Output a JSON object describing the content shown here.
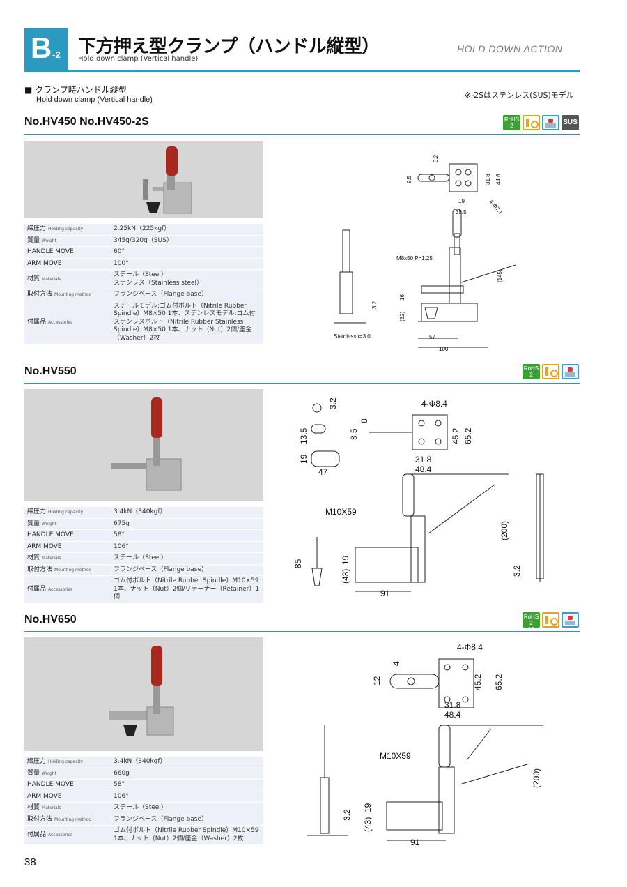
{
  "header": {
    "badge_letter": "B",
    "badge_sub": "-2",
    "title_jp": "下方押え型クランプ（ハンドル縦型）",
    "title_en": "Hold down clamp (Vertical handle)",
    "category": "HOLD DOWN ACTION"
  },
  "section": {
    "title_jp": "■ クランプ時ハンドル縦型",
    "title_en": "Hold down clamp (Vertical handle)",
    "note": "※-2Sはステンレス(SUS)モデル"
  },
  "icons": {
    "rohs_line1": "RoHS 2",
    "rohs_line2": "10",
    "sus": "SUS"
  },
  "products": [
    {
      "model": "No.HV450  No.HV450-2S",
      "specs": [
        {
          "k": "締圧力",
          "ke": "Holding capacity",
          "v": "2.25kN（225kgf）"
        },
        {
          "k": "質量",
          "ke": "Weight",
          "v": "345g/320g（SUS）"
        },
        {
          "k": "HANDLE MOVE",
          "ke": "",
          "v": "60°"
        },
        {
          "k": "ARM MOVE",
          "ke": "",
          "v": "100°"
        },
        {
          "k": "材質",
          "ke": "Materials",
          "v": "スチール（Steel）\nステンレス（Stainless steel）"
        },
        {
          "k": "取付方法",
          "ke": "Mounting method",
          "v": "フランジベース（Flange base）"
        },
        {
          "k": "付属品",
          "ke": "Accessories",
          "v": "スチールモデル:ゴム付ボルト（Nitrile Rubber Spindle）M8×50 1本、ステンレスモデル:ゴム付ステンレスボルト（Nitrile Rubber Stainless Spindle）M8×50 1本、ナット（Nut）2個/座金（Washer）2枚"
        }
      ],
      "dims": [
        "3.2",
        "9.5",
        "31.8",
        "44.6",
        "19",
        "35.5",
        "4-Φ7.1",
        "M8x50 P=1.25",
        "(145)",
        "16",
        "(32)",
        "3.2",
        "57",
        "100",
        "Stainless t=3.0"
      ]
    },
    {
      "model": "No.HV550",
      "specs": [
        {
          "k": "締圧力",
          "ke": "Holding capacity",
          "v": "3.4kN（340kgf）"
        },
        {
          "k": "質量",
          "ke": "Weight",
          "v": "675g"
        },
        {
          "k": "HANDLE MOVE",
          "ke": "",
          "v": "58°"
        },
        {
          "k": "ARM MOVE",
          "ke": "",
          "v": "106°"
        },
        {
          "k": "材質",
          "ke": "Materials",
          "v": "スチール（Steel）"
        },
        {
          "k": "取付方法",
          "ke": "Mounting method",
          "v": "フランジベース（Flange base）"
        },
        {
          "k": "付属品",
          "ke": "Accessories",
          "v": "ゴム付ボルト（Nitrile Rubber Spindle）M10×59 1本、ナット（Nut）2個/リテーナー（Retainer）1個"
        }
      ],
      "dims": [
        "4-Φ8.4",
        "3.2",
        "8",
        "13.5",
        "8.5",
        "45.2",
        "65.2",
        "19",
        "47",
        "31.8",
        "48.4",
        "M10X59",
        "(200)",
        "85",
        "19",
        "(43)",
        "3.2",
        "91"
      ]
    },
    {
      "model": "No.HV650",
      "specs": [
        {
          "k": "締圧力",
          "ke": "Holding capacity",
          "v": "3.4kN（340kgf）"
        },
        {
          "k": "質量",
          "ke": "Weight",
          "v": "660g"
        },
        {
          "k": "HANDLE MOVE",
          "ke": "",
          "v": "58°"
        },
        {
          "k": "ARM MOVE",
          "ke": "",
          "v": "106°"
        },
        {
          "k": "材質",
          "ke": "Materials",
          "v": "スチール（Steel）"
        },
        {
          "k": "取付方法",
          "ke": "Mounting method",
          "v": "フランジベース（Flange base）"
        },
        {
          "k": "付属品",
          "ke": "Accessories",
          "v": "ゴム付ボルト（Nitrile Rubber Spindle）M10×59 1本、ナット（Nut）2個/座金（Washer）2枚"
        }
      ],
      "dims": [
        "4-Φ8.4",
        "4",
        "12",
        "45.2",
        "65.2",
        "31.8",
        "48.4",
        "M10X59",
        "(200)",
        "19",
        "(43)",
        "3.2",
        "91"
      ]
    }
  ],
  "page_number": "38"
}
